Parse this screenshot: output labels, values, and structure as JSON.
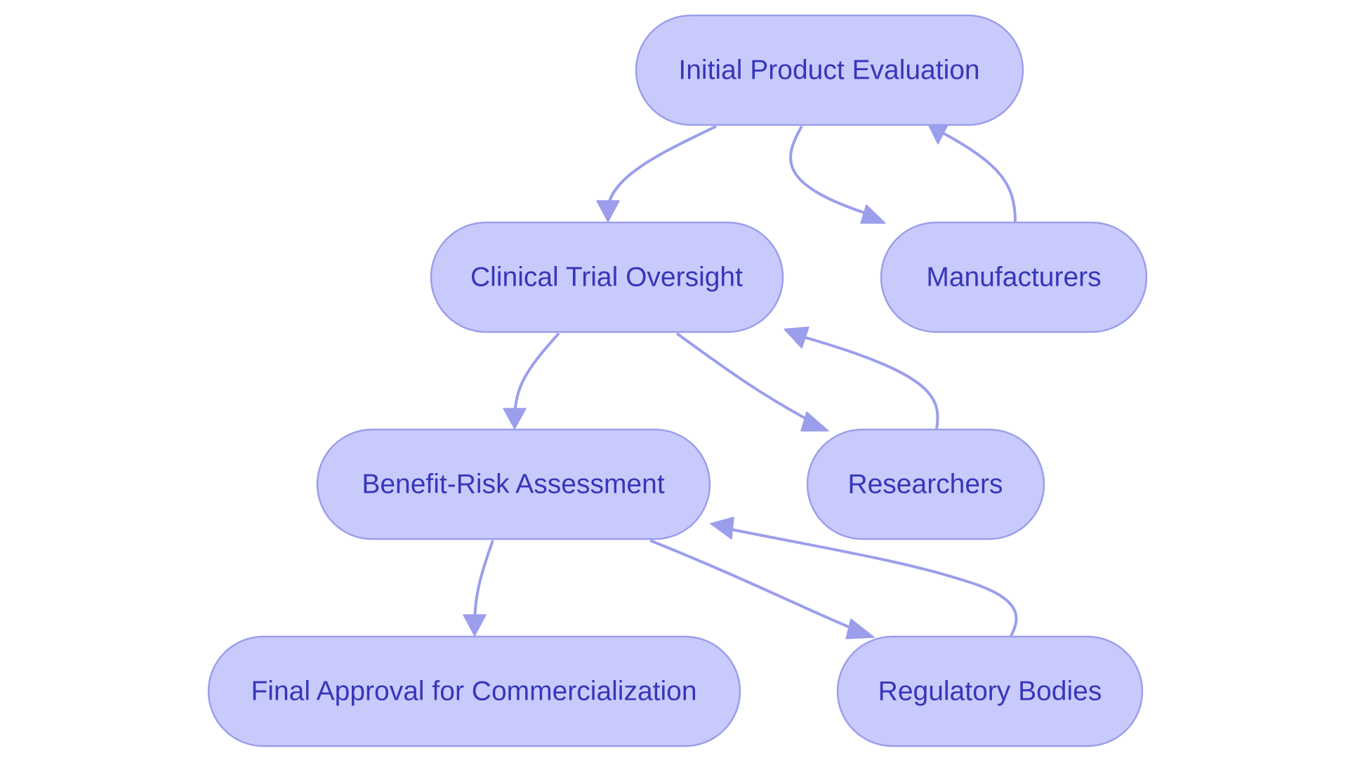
{
  "diagram": {
    "nodes": [
      {
        "id": "initial",
        "label": "Initial Product Evaluation"
      },
      {
        "id": "clinical",
        "label": "Clinical Trial Oversight"
      },
      {
        "id": "manufacturers",
        "label": "Manufacturers"
      },
      {
        "id": "benefit",
        "label": "Benefit-Risk Assessment"
      },
      {
        "id": "researchers",
        "label": "Researchers"
      },
      {
        "id": "final",
        "label": "Final Approval for Commercialization"
      },
      {
        "id": "regulatory",
        "label": "Regulatory Bodies"
      }
    ],
    "edges": [
      {
        "from": "initial",
        "to": "clinical"
      },
      {
        "from": "initial",
        "to": "manufacturers"
      },
      {
        "from": "manufacturers",
        "to": "initial"
      },
      {
        "from": "clinical",
        "to": "benefit"
      },
      {
        "from": "clinical",
        "to": "researchers"
      },
      {
        "from": "researchers",
        "to": "clinical"
      },
      {
        "from": "benefit",
        "to": "final"
      },
      {
        "from": "benefit",
        "to": "regulatory"
      },
      {
        "from": "regulatory",
        "to": "benefit"
      }
    ],
    "colors": {
      "node_fill": "#c9cafc",
      "node_stroke": "#9b9eeb",
      "label_text": "#3537b9",
      "edge": "#9b9eeb"
    }
  }
}
